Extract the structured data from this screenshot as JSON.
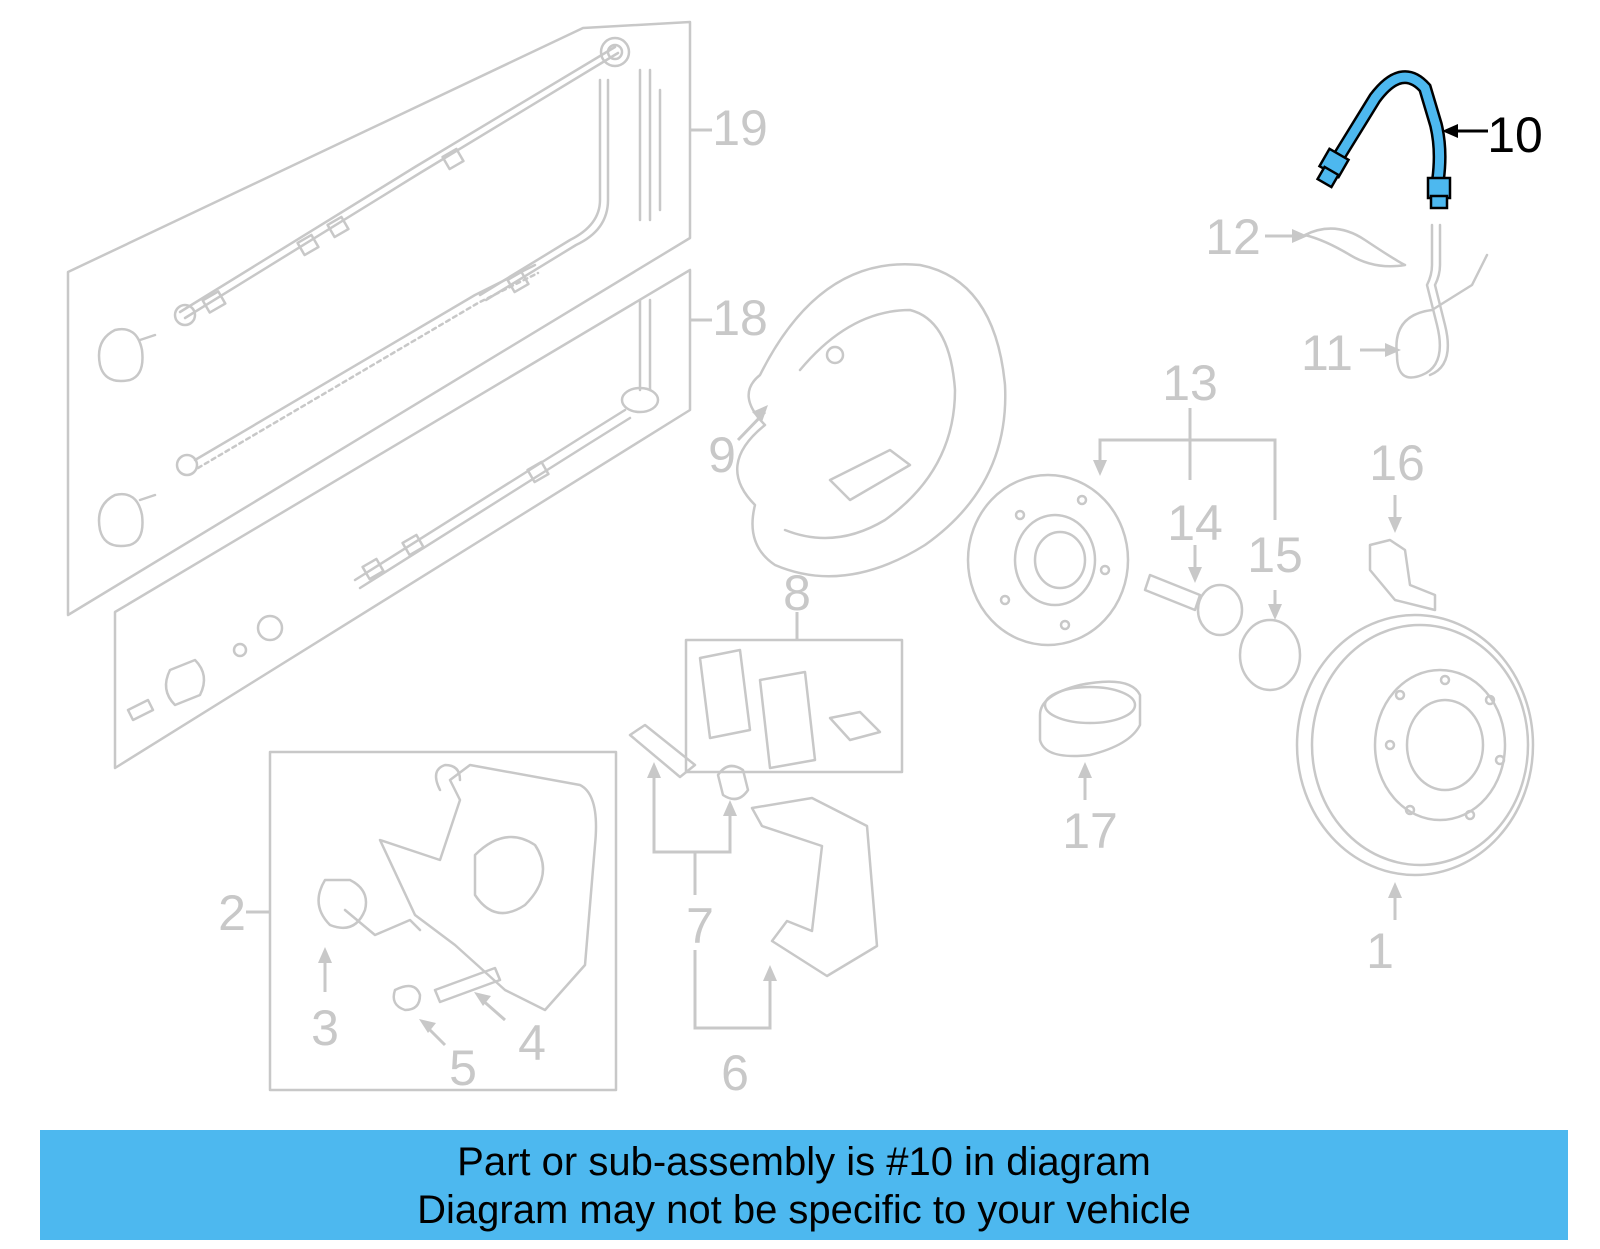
{
  "callouts": {
    "c1": "1",
    "c2": "2",
    "c3": "3",
    "c4": "4",
    "c5": "5",
    "c6": "6",
    "c7": "7",
    "c8": "8",
    "c9": "9",
    "c10": "10",
    "c11": "11",
    "c12": "12",
    "c13": "13",
    "c14": "14",
    "c15": "15",
    "c16": "16",
    "c17": "17",
    "c18": "18",
    "c19": "19"
  },
  "highlight": {
    "part": "10",
    "color": "#4db8ef"
  },
  "banner": {
    "line1": "Part or sub-assembly is #10 in diagram",
    "line2": "Diagram may not be specific to your vehicle",
    "color": "#4db8ef"
  }
}
